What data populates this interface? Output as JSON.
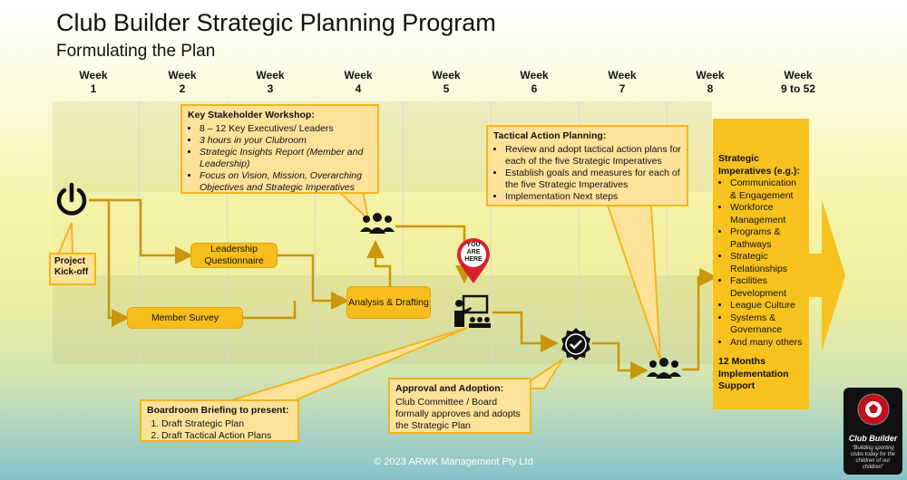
{
  "header": {
    "title": "Club Builder Strategic Planning Program",
    "subtitle": "Formulating the Plan"
  },
  "weeks": [
    {
      "label": "Week",
      "num": "1"
    },
    {
      "label": "Week",
      "num": "2"
    },
    {
      "label": "Week",
      "num": "3"
    },
    {
      "label": "Week",
      "num": "4"
    },
    {
      "label": "Week",
      "num": "5"
    },
    {
      "label": "Week",
      "num": "6"
    },
    {
      "label": "Week",
      "num": "7"
    },
    {
      "label": "Week",
      "num": "8"
    },
    {
      "label": "Week",
      "num": "9 to 52"
    }
  ],
  "kickoff": {
    "line1": "Project",
    "line2": "Kick-off"
  },
  "steps": {
    "leadership": "Leadership Questionnaire",
    "survey": "Member Survey",
    "analysis": "Analysis & Drafting"
  },
  "workshop": {
    "title": "Key Stakeholder Workshop:",
    "items": [
      "8 – 12 Key Executives/ Leaders",
      "3 hours in your Clubroom",
      "Strategic Insights Report (Member and Leadership)",
      "Focus on Vision, Mission, Overarching Objectives and Strategic Imperatives"
    ]
  },
  "tactical": {
    "title": "Tactical Action Planning:",
    "items": [
      "Review and adopt tactical action plans for each of the five Strategic Imperatives",
      "Establish goals and measures for each of the five Strategic Imperatives",
      "Implementation Next steps"
    ]
  },
  "boardroom": {
    "title": "Boardroom Briefing to present:",
    "items": [
      "Draft Strategic Plan",
      "Draft Tactical Action Plans"
    ]
  },
  "approval": {
    "title": "Approval and Adoption:",
    "text": "Club Committee / Board formally approves and adopts the Strategic Plan"
  },
  "marker": {
    "line1": "YOU",
    "line2": "ARE",
    "line3": "HERE"
  },
  "imperatives": {
    "title": "Strategic Imperatives (e.g.):",
    "items": [
      "Communication & Engagement",
      "Workforce Management",
      "Programs & Pathways",
      "Strategic Relationships",
      "Facilities Development",
      "League Culture",
      "Systems & Governance",
      "And many others"
    ],
    "months": "12 Months Implementation Support"
  },
  "footer": {
    "copyright": "© 2023 ARWK Management Pty Ltd"
  },
  "logo": {
    "brand": "Club Builder",
    "tagline": "\"Building sporting clubs today for the children of our children\""
  },
  "colors": {
    "accent": "#f6bd1d",
    "connector": "#c9960c",
    "callout": "#ffe29a",
    "marker": "#d9202e"
  },
  "icons": [
    "power-icon",
    "people-group-icon",
    "presenter-icon",
    "approval-badge-icon",
    "location-pin-icon",
    "arrow-right-icon",
    "soccer-ball-icon"
  ]
}
